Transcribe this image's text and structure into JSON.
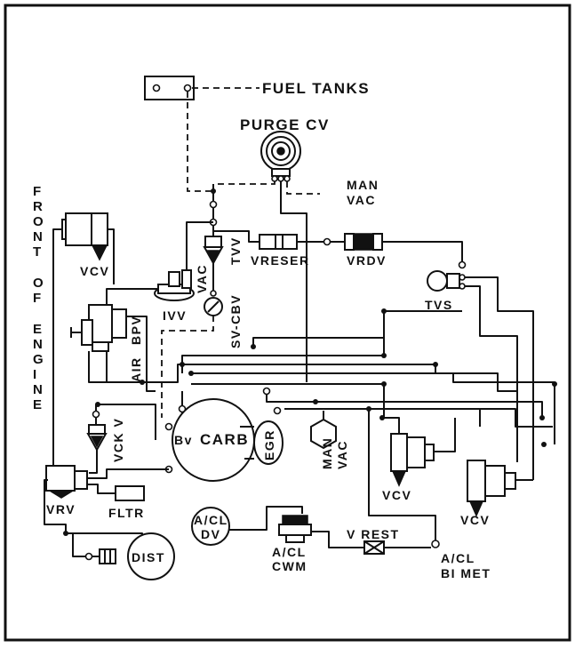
{
  "labels": {
    "fuel_tanks": "FUEL TANKS",
    "purge_cv": "PURGE CV",
    "man_vac_top_1": "MAN",
    "man_vac_top_2": "VAC",
    "front_of_engine": [
      "F",
      "R",
      "O",
      "N",
      "T",
      "",
      "O",
      "F",
      "",
      "E",
      "N",
      "G",
      "I",
      "N",
      "E"
    ],
    "vcv_top_left": "VCV",
    "tvv": "TVV",
    "vreser": "VRESER",
    "vrdv": "VRDV",
    "tvs": "TVS",
    "vac": "VAC",
    "ivv": "IVV",
    "sv_cbv": "SV-CBV",
    "bpv": "BPV",
    "air": "AIR",
    "vck_v": "VCK V",
    "bv": "Bv",
    "carb": "CARB",
    "egr": "EGR",
    "man_vac_mid_1": "MAN",
    "man_vac_mid_2": "VAC",
    "vcv_mid_right": "VCV",
    "vcv_low_right": "VCV",
    "vrv": "VRV",
    "fltr": "FLTR",
    "dist": "DIST",
    "a_cl_dv_1": "A/CL",
    "a_cl_dv_2": "DV",
    "a_cl_cwm_1": "A/CL",
    "a_cl_cwm_2": "CWM",
    "v_rest": "V REST",
    "a_cl_bimet_1": "A/CL",
    "a_cl_bimet_2": "BI MET"
  },
  "colors": {
    "ink": "#111111",
    "paper": "#ffffff"
  }
}
